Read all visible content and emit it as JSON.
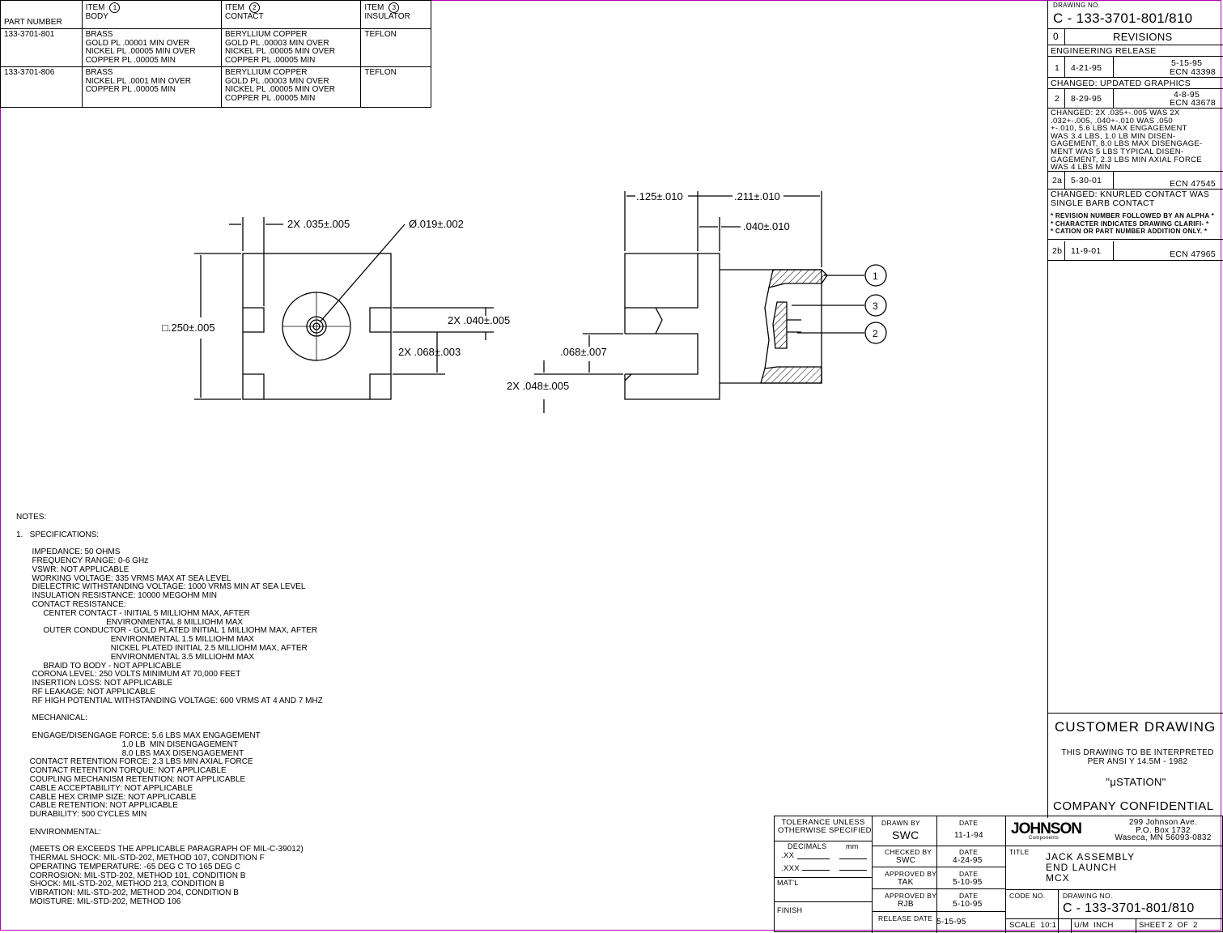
{
  "materials": {
    "headers": [
      {
        "l1": "",
        "l2": "PART NUMBER"
      },
      {
        "l1": "ITEM",
        "num": "1",
        "l2": "BODY"
      },
      {
        "l1": "ITEM",
        "num": "2",
        "l2": "CONTACT"
      },
      {
        "l1": "ITEM",
        "num": "3",
        "l2": "INSULATOR"
      }
    ],
    "rows": [
      {
        "part": "133-3701-801",
        "body": "BRASS\nGOLD PL .00001 MIN OVER\nNICKEL PL .00005 MIN OVER\nCOPPER PL .00005 MIN",
        "contact": "BERYLLIUM COPPER\nGOLD PL .00003 MIN OVER\nNICKEL PL .00005 MIN OVER\nCOPPER PL .00005 MIN",
        "insulator": "TEFLON"
      },
      {
        "part": "133-3701-806",
        "body": "BRASS\nNICKEL PL .0001 MIN OVER\nCOPPER PL .00005 MIN",
        "contact": "BERYLLIUM COPPER\nGOLD PL .00003 MIN OVER\nNICKEL PL .00005 MIN OVER\nCOPPER PL .00005 MIN",
        "insulator": "TEFLON"
      }
    ]
  },
  "drawing": {
    "dims": {
      "width_035": "2X .035±.005",
      "dia_019": "Ø.019±.002",
      "square_250": "□.250±.005",
      "slot_040": "2X .040±.005",
      "slot_068": "2X .068±.003",
      "len_125": ".125±.010",
      "len_211": ".211±.010",
      "len_040": ".040±.010",
      "ht_068": ".068±.007",
      "ht_048": "2X .048±.005"
    },
    "balloons": [
      "1",
      "3",
      "2"
    ]
  },
  "revisions": {
    "drawing_no_label": "DRAWING NO.",
    "drawing_no": "C - 133-3701-801/810",
    "rev0": "0",
    "rev0_title": "REVISIONS",
    "eng_release": "ENGINEERING RELEASE",
    "rev1": {
      "num": "1",
      "date": "4-21-95",
      "ecn_date": "5-15-95",
      "ecn": "ECN 43398"
    },
    "rev1_note": "CHANGED: UPDATED GRAPHICS",
    "rev2": {
      "num": "2",
      "date": "8-29-95",
      "ecn_date": "4-8-95",
      "ecn": "ECN 43678"
    },
    "rev2_note": "CHANGED: 2X .035+-.005 WAS 2X\n.032+-.005, .040+-.010 WAS .050\n+-.010, 5.6 LBS MAX ENGAGEMENT\nWAS 3.4 LBS, 1.0 LB MIN DISEN-\nGAGEMENT, 8.0 LBS MAX DISENGAGE-\nMENT WAS 5 LBS TYPICAL DISEN-\nGAGEMENT, 2.3 LBS MIN AXIAL FORCE\nWAS 4 LBS MIN",
    "rev2a": {
      "num": "2a",
      "date": "5-30-01",
      "ecn": "ECN 47545"
    },
    "rev2a_note": "CHANGED: KNURLED CONTACT WAS\nSINGLE BARB CONTACT",
    "rev_alpha_note": "* REVISION NUMBER FOLLOWED BY AN ALPHA *\n* CHARACTER INDICATES DRAWING CLARIFI- *\n* CATION OR PART NUMBER ADDITION ONLY. *",
    "rev2b": {
      "num": "2b",
      "date": "11-9-01",
      "ecn": "ECN 47965"
    }
  },
  "customer": {
    "title": "CUSTOMER DRAWING",
    "interp": "THIS DRAWING TO BE INTERPRETED\nPER ANSI Y 14.5M - 1982",
    "station": "\"μSTATION\"",
    "confidential": "COMPANY CONFIDENTIAL"
  },
  "title_block": {
    "tolerance": "TOLERANCE UNLESS\nOTHERWISE SPECIFIED",
    "decimals": "DECIMALS",
    "mm": "mm",
    "xx": ".XX",
    "xxx": ".XXX",
    "matl": "MAT'L",
    "finish": "FINISH",
    "drawn_by_label": "DRAWN BY",
    "drawn_by": "SWC",
    "date_label": "DATE",
    "drawn_date": "11-1-94",
    "checked_label": "CHECKED BY",
    "checked_by": "SWC",
    "checked_date": "4-24-95",
    "approved_label": "APPROVED BY",
    "approved1": "TAK",
    "approved1_date": "5-10-95",
    "approved2": "RJB",
    "approved2_date": "5-10-95",
    "release_label": "RELEASE DATE",
    "release_date": "5-15-95",
    "company": "JOHNSON",
    "company_sub": "Components",
    "address": "299 Johnson Ave.\nP.O. Box 1732\nWaseca, MN 56093-0832",
    "title_label": "TITLE",
    "title": "JACK ASSEMBLY\nEND LAUNCH\nMCX",
    "code_label": "CODE NO.",
    "dwg_label": "DRAWING NO.",
    "dwg_no": "C - 133-3701-801/810",
    "scale": "SCALE  10:1",
    "um": "U/M  INCH",
    "sheet": "SHEET 2  OF  2"
  },
  "notes": {
    "text": "NOTES:\n\n1.   SPECIFICATIONS:\n\n       IMPEDANCE: 50 OHMS\n       FREQUENCY RANGE: 0-6 GHz\n       VSWR: NOT APPLICABLE\n       WORKING VOLTAGE: 335 VRMS MAX AT SEA LEVEL\n       DIELECTRIC WITHSTANDING VOLTAGE: 1000 VRMS MIN AT SEA LEVEL\n       INSULATION RESISTANCE: 10000 MEGOHM MIN\n       CONTACT RESISTANCE:\n            CENTER CONTACT - INITIAL 5 MILLIOHM MAX, AFTER\n                                        ENVIRONMENTAL 8 MILLIOHM MAX\n            OUTER CONDUCTOR - GOLD PLATED INITIAL 1 MILLIOHM MAX, AFTER\n                                          ENVIRONMENTAL 1.5 MILLIOHM MAX\n                                          NICKEL PLATED INITIAL 2.5 MILLIOHM MAX, AFTER\n                                          ENVIRONMENTAL 3.5 MILLIOHM MAX\n            BRAID TO BODY - NOT APPLICABLE\n       CORONA LEVEL: 250 VOLTS MINIMUM AT 70,000 FEET\n       INSERTION LOSS: NOT APPLICABLE\n       RF LEAKAGE: NOT APPLICABLE\n       RF HIGH POTENTIAL WITHSTANDING VOLTAGE: 600 VRMS AT 4 AND 7 MHZ\n\n       MECHANICAL:\n\n       ENGAGE/DISENGAGE FORCE: 5.6 LBS MAX ENGAGEMENT\n                                               1.0 LB  MIN DISENGAGEMENT\n                                               8.0 LBS MAX DISENGAGEMENT\n      CONTACT RETENTION FORCE: 2.3 LBS MIN AXIAL FORCE\n      CONTACT RETENTION TORQUE: NOT APPLICABLE\n      COUPLING MECHANISM RETENTION: NOT APPLICABLE\n      CABLE ACCEPTABILITY: NOT APPLICABLE\n      CABLE HEX CRIMP SIZE: NOT APPLICABLE\n      CABLE RETENTION: NOT APPLICABLE\n      DURABILITY: 500 CYCLES MIN\n\n      ENVIRONMENTAL:\n\n      (MEETS OR EXCEEDS THE APPLICABLE PARAGRAPH OF MIL-C-39012)\n      THERMAL SHOCK: MIL-STD-202, METHOD 107, CONDITION F\n      OPERATING TEMPERATURE: -65 DEG C TO 165 DEG C\n      CORROSION: MIL-STD-202, METHOD 101, CONDITION B\n      SHOCK: MIL-STD-202, METHOD 213, CONDITION B\n      VIBRATION: MIL-STD-202, METHOD 204, CONDITION B\n      MOISTURE: MIL-STD-202, METHOD 106"
  }
}
